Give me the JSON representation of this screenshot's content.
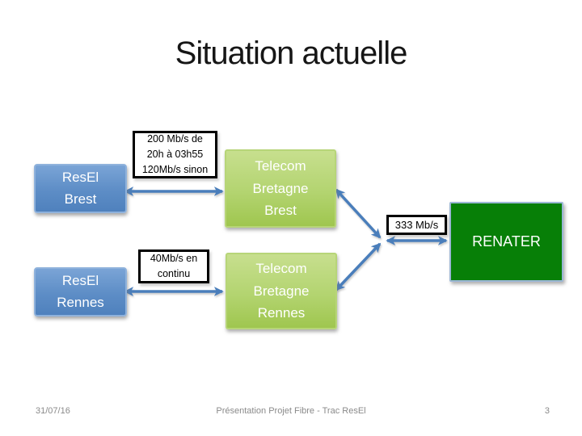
{
  "slide": {
    "title": "Situation actuelle",
    "footer": {
      "date": "31/07/16",
      "caption": "Présentation Projet Fibre - Trac ResEl",
      "page_number": "3"
    }
  },
  "diagram": {
    "nodes": {
      "resel_brest": {
        "label": "ResEl\nBrest",
        "color": "#4f81bd"
      },
      "resel_rennes": {
        "label": "ResEl\nRennes",
        "color": "#4f81bd"
      },
      "telecom_brest": {
        "label": "Telecom\nBretagne\nBrest",
        "color": "#9fc64f"
      },
      "telecom_rennes": {
        "label": "Telecom\nBretagne\nRennes",
        "color": "#9fc64f"
      },
      "renater": {
        "label": "RENATER",
        "color": "#077f07"
      }
    },
    "links": {
      "brest_bandwidth": {
        "label": "200 Mb/s de\n20h à 03h55\n120Mb/s sinon",
        "from": "ResEl Brest",
        "to": "Telecom Bretagne Brest"
      },
      "rennes_bandwidth": {
        "label": "40Mb/s en\ncontinu",
        "from": "ResEl Rennes",
        "to": "Telecom Bretagne Rennes"
      },
      "renater_bandwidth": {
        "label": "333 Mb/s",
        "from": "Telecom Bretagne",
        "to": "RENATER"
      }
    },
    "arrow_color": "#4a7ebb"
  }
}
